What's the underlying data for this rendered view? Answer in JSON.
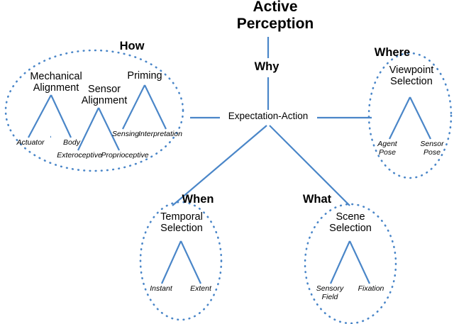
{
  "diagram": {
    "title": "Active Perception",
    "root_hub": "Expectation-Action",
    "why_label": "Why",
    "style": {
      "line_color": "#4a86c8",
      "ellipse_color": "#4a86c8",
      "text_color": "#000000",
      "background": "#ffffff"
    },
    "branches": [
      {
        "id": "how",
        "label": "How",
        "nodes": [
          {
            "label": "Mechanical Alignment",
            "leaves": [
              "Actuator",
              "Body"
            ]
          },
          {
            "label": "Sensor Alignment",
            "leaves": [
              "Exteroceptive",
              "Proprioceptive"
            ]
          },
          {
            "label": "Priming",
            "leaves": [
              "Sensing",
              "Interpretation"
            ]
          }
        ]
      },
      {
        "id": "where",
        "label": "Where",
        "nodes": [
          {
            "label": "Viewpoint Selection",
            "leaves": [
              "Agent Pose",
              "Sensor Pose"
            ]
          }
        ]
      },
      {
        "id": "when",
        "label": "When",
        "nodes": [
          {
            "label": "Temporal Selection",
            "leaves": [
              "Instant",
              "Extent"
            ]
          }
        ]
      },
      {
        "id": "what",
        "label": "What",
        "nodes": [
          {
            "label": "Scene Selection",
            "leaves": [
              "Sensory Field",
              "Fixation"
            ]
          }
        ]
      }
    ],
    "text": {
      "title_line1": "Active",
      "title_line2": "Perception",
      "how": "How",
      "where": "Where",
      "when": "When",
      "what": "What",
      "why": "Why",
      "hub": "Expectation-Action",
      "mechanical_l1": "Mechanical",
      "mechanical_l2": "Alignment",
      "sensor_l1": "Sensor",
      "sensor_l2": "Alignment",
      "priming": "Priming",
      "actuator": "Actuator",
      "body": "Body",
      "exteroceptive": "Exteroceptive",
      "proprioceptive": "Proprioceptive",
      "sensing": "Sensing",
      "interpretation": "Interpretation",
      "viewpoint_l1": "Viewpoint",
      "viewpoint_l2": "Selection",
      "agent_pose_l1": "Agent",
      "agent_pose_l2": "Pose",
      "sensor_pose_l1": "Sensor",
      "sensor_pose_l2": "Pose",
      "temporal_l1": "Temporal",
      "temporal_l2": "Selection",
      "instant": "Instant",
      "extent": "Extent",
      "scene_l1": "Scene",
      "scene_l2": "Selection",
      "sensory_field_l1": "Sensory",
      "sensory_field_l2": "Field",
      "fixation": "Fixation"
    }
  }
}
